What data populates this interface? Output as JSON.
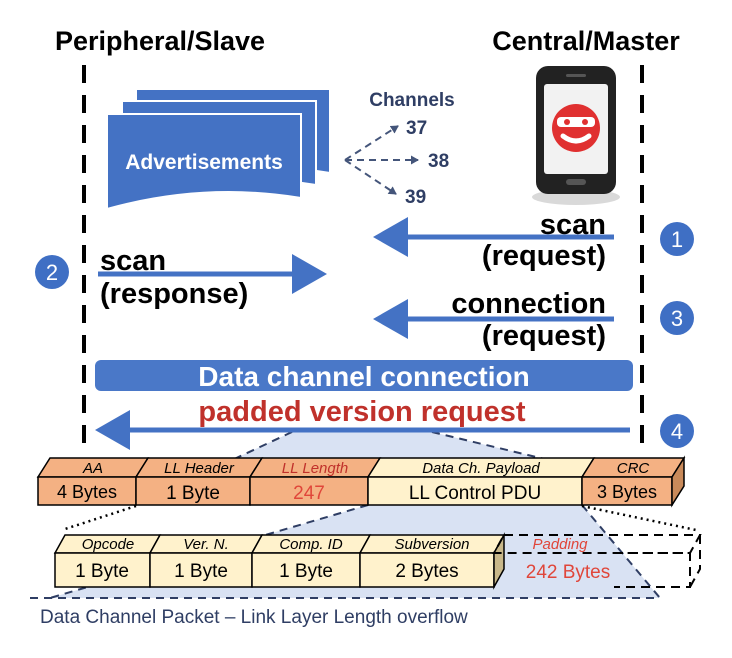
{
  "actors": {
    "peripheral": "Peripheral/Slave",
    "central": "Central/Master"
  },
  "advertising": {
    "block_label": "Advertisements",
    "channels_title": "Channels",
    "channels": [
      "37",
      "38",
      "39"
    ]
  },
  "steps": [
    {
      "number": "1",
      "line1": "scan",
      "line2": "(request)"
    },
    {
      "number": "2",
      "line1": "scan",
      "line2": "(response)"
    },
    {
      "number": "3",
      "line1": "connection",
      "line2": "(request)"
    },
    {
      "number": "4",
      "line1": "padded version request"
    }
  ],
  "connection_bar": "Data channel connection",
  "packet": {
    "fields": [
      {
        "name": "AA",
        "value": "4 Bytes"
      },
      {
        "name": "LL Header",
        "value": "1 Byte"
      },
      {
        "name": "LL Length",
        "value": "247"
      },
      {
        "name": "Data Ch. Payload",
        "value": "LL Control PDU"
      },
      {
        "name": "CRC",
        "value": "3 Bytes"
      }
    ]
  },
  "payload": {
    "fields": [
      {
        "name": "Opcode",
        "value": "1 Byte"
      },
      {
        "name": "Ver. N.",
        "value": "1 Byte"
      },
      {
        "name": "Comp. ID",
        "value": "1 Byte"
      },
      {
        "name": "Subversion",
        "value": "2 Bytes"
      }
    ],
    "padding_name": "Padding",
    "padding_value": "242 Bytes"
  },
  "caption": "Data Channel Packet – Link Layer Length overflow",
  "colors": {
    "arrow_blue": "#4472c4",
    "badge_blue": "#3f6fc4",
    "bar_blue": "#4a78c8",
    "dark_navy": "#2f3e64",
    "attack_red": "#c0312b",
    "field_orange": "#f4b183",
    "field_orange_side": "#c98a5a",
    "field_cream": "#fff2cc",
    "field_cream_side": "#c9b88a",
    "wedge_blue": "#d9e2f3",
    "phone_face": "#e03030"
  },
  "icons": [
    "phone-icon",
    "attacker-mask-icon"
  ]
}
